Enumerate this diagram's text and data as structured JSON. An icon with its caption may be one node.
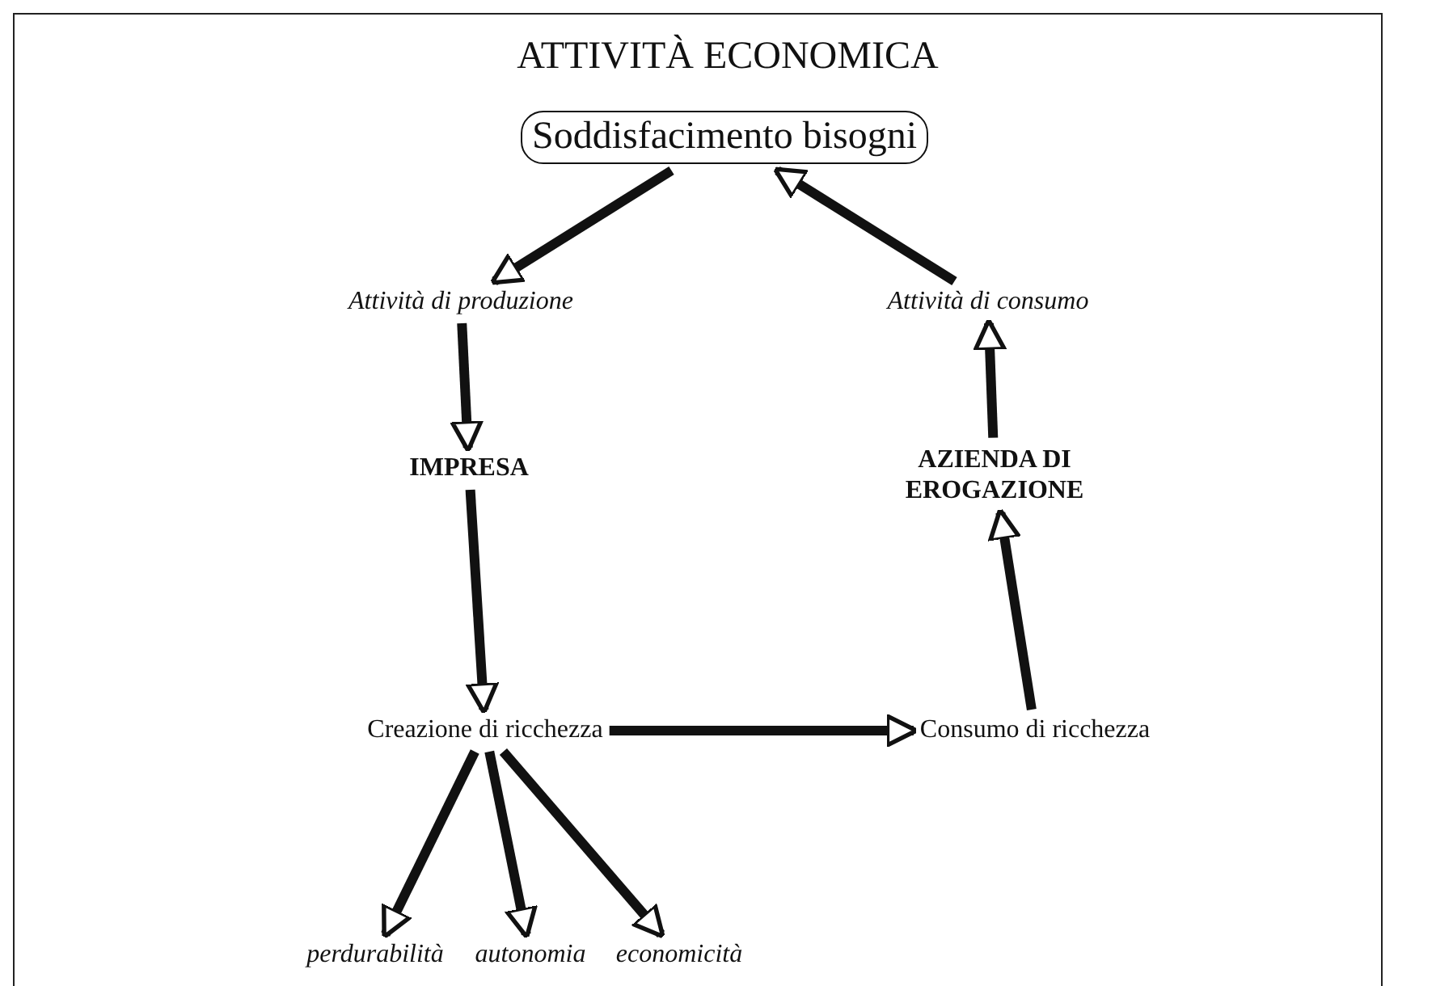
{
  "diagram": {
    "title": "ATTIVITÀ ECONOMICA",
    "nodes": [
      {
        "text": [
          "Soddisfacimento bisogni"
        ]
      },
      {
        "text": [
          "Attività di produzione"
        ]
      },
      {
        "text": [
          "Attività di consumo"
        ]
      },
      {
        "text": [
          "IMPRESA"
        ]
      },
      {
        "text": [
          "AZIENDA DI EROGAZIONE"
        ]
      },
      {
        "text": [
          "Creazione di ricchezza"
        ]
      },
      {
        "text": [
          "Consumo di ricchezza"
        ]
      },
      {
        "text": [
          "perdurabilità"
        ]
      },
      {
        "text": [
          "autonomia"
        ]
      },
      {
        "text": [
          "economicità"
        ]
      }
    ],
    "edges": [
      {
        "from": 0,
        "to": 1,
        "arrow": "to"
      },
      {
        "from": 1,
        "to": 3,
        "arrow": "to"
      },
      {
        "from": 3,
        "to": 5,
        "arrow": "to"
      },
      {
        "from": 5,
        "to": 6,
        "arrow": "to"
      },
      {
        "from": 6,
        "to": 4,
        "arrow": "to"
      },
      {
        "from": 4,
        "to": 2,
        "arrow": "to"
      },
      {
        "from": 2,
        "to": 0,
        "arrow": "to"
      },
      {
        "from": 5,
        "to": 7,
        "arrow": "to"
      },
      {
        "from": 5,
        "to": 8,
        "arrow": "to"
      },
      {
        "from": 5,
        "to": 9,
        "arrow": "to"
      }
    ]
  }
}
